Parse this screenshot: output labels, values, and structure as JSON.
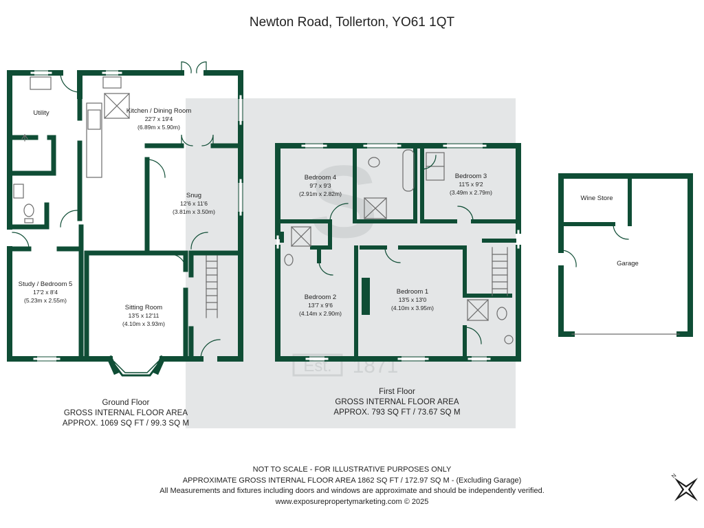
{
  "title": "Newton Road, Tollerton, YO61 1QT",
  "colors": {
    "wall": "#0f4d35",
    "watermark": "#d9dcdd",
    "fixture": "#7a7a7a"
  },
  "watermark": {
    "letter": "S",
    "est": "Est.",
    "year": "1871"
  },
  "rooms": {
    "utility": {
      "name": "Utility"
    },
    "kitchen": {
      "name": "Kitchen / Dining Room",
      "imperial": "22'7 x 19'4",
      "metric": "(6.89m x 5.90m)"
    },
    "snug": {
      "name": "Snug",
      "imperial": "12'6 x 11'6",
      "metric": "(3.81m x 3.50m)"
    },
    "study": {
      "name": "Study / Bedroom 5",
      "imperial": "17'2 x 8'4",
      "metric": "(5.23m x 2.55m)"
    },
    "sitting": {
      "name": "Sitting Room",
      "imperial": "13'5 x 12'11",
      "metric": "(4.10m x 3.93m)"
    },
    "bedroom4": {
      "name": "Bedroom 4",
      "imperial": "9'7 x 9'3",
      "metric": "(2.91m x 2.82m)"
    },
    "bedroom3": {
      "name": "Bedroom 3",
      "imperial": "11'5 x 9'2",
      "metric": "(3.49m x 2.79m)"
    },
    "bedroom2": {
      "name": "Bedroom 2",
      "imperial": "13'7 x 9'6",
      "metric": "(4.14m x 2.90m)"
    },
    "bedroom1": {
      "name": "Bedroom 1",
      "imperial": "13'5 x 13'0",
      "metric": "(4.10m x 3.95m)"
    },
    "wine_store": {
      "name": "Wine Store"
    },
    "garage": {
      "name": "Garage"
    }
  },
  "ground_floor": {
    "name": "Ground Floor",
    "area_label": "GROSS INTERNAL FLOOR AREA",
    "area": "APPROX. 1069 SQ FT / 99.3 SQ M"
  },
  "first_floor": {
    "name": "First Floor",
    "area_label": "GROSS INTERNAL FLOOR AREA",
    "area": "APPROX. 793 SQ FT / 73.67 SQ M"
  },
  "footer": {
    "line1": "NOT TO SCALE - FOR ILLUSTRATIVE PURPOSES ONLY",
    "line2": "APPROXIMATE GROSS INTERNAL FLOOR AREA 1862 SQ FT / 172.97 SQ M - (Excluding Garage)",
    "line3": "All Measurements and fixtures including doors and windows are approximate and should be independently verified.",
    "line4": "www.exposurepropertymarketing.com © 2025"
  },
  "compass": {
    "label": "N"
  }
}
